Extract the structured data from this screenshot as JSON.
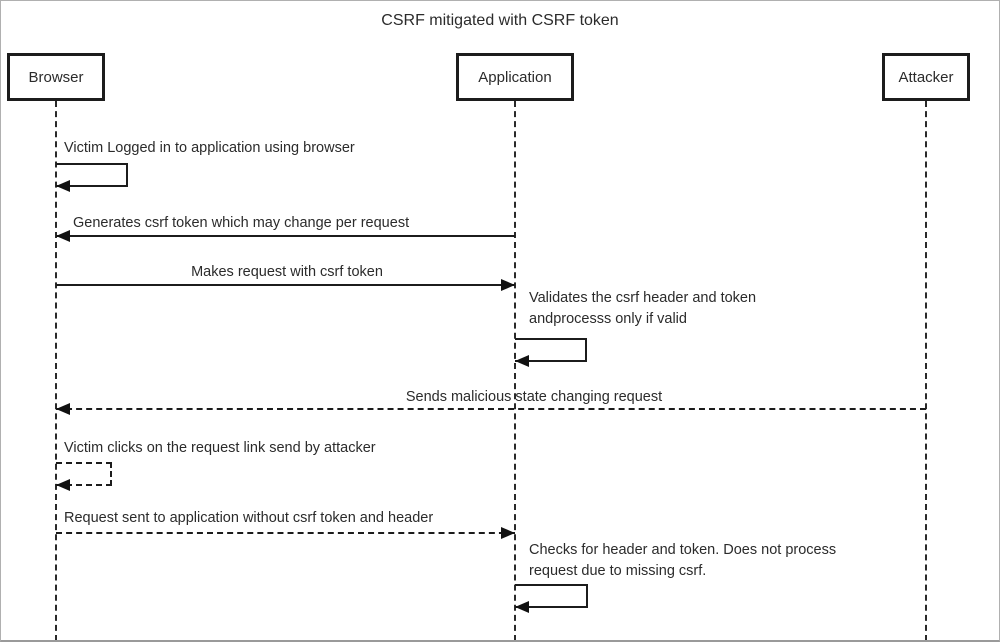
{
  "diagram": {
    "type": "sequence-diagram",
    "title": "CSRF mitigated with CSRF token"
  },
  "actors": [
    {
      "name": "Browser"
    },
    {
      "name": "Application"
    },
    {
      "name": "Attacker"
    }
  ],
  "messages": [
    {
      "label": "Victim Logged in to application using browser",
      "from": "Browser",
      "to": "Browser",
      "kind": "self",
      "line_style": "solid"
    },
    {
      "label": "Generates csrf token which may change per request",
      "from": "Application",
      "to": "Browser",
      "kind": "arrow",
      "line_style": "solid"
    },
    {
      "label": "Makes request with csrf token",
      "from": "Browser",
      "to": "Application",
      "kind": "arrow",
      "line_style": "solid"
    },
    {
      "label": "Validates the csrf header and token\nandprocesss only if valid",
      "from": "Application",
      "to": "Application",
      "kind": "self",
      "line_style": "solid"
    },
    {
      "label": "Sends malicious state changing request",
      "from": "Attacker",
      "to": "Browser",
      "kind": "arrow",
      "line_style": "dashed"
    },
    {
      "label": "Victim clicks on the request link send by attacker",
      "from": "Browser",
      "to": "Browser",
      "kind": "self",
      "line_style": "dashed"
    },
    {
      "label": "Request sent to application without csrf token and header",
      "from": "Browser",
      "to": "Application",
      "kind": "arrow",
      "line_style": "dashed"
    },
    {
      "label": "Checks for header and token. Does not process\nrequest due to missing csrf.",
      "from": "Application",
      "to": "Application",
      "kind": "self",
      "line_style": "solid"
    }
  ],
  "colors": {
    "background": "#ffffff",
    "line": "#1c1c1c",
    "text": "#2b2b2b",
    "frame_border": "#b0b0b0"
  }
}
